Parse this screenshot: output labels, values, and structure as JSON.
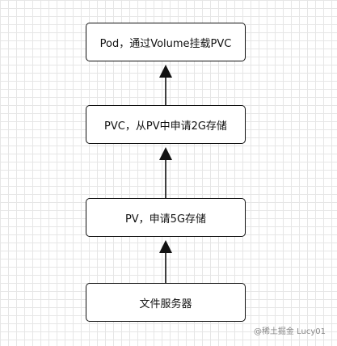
{
  "diagram": {
    "nodes": [
      {
        "id": "pod",
        "label": "Pod，通过Volume挂载PVC"
      },
      {
        "id": "pvc",
        "label": "PVC，从PV中申请2G存储"
      },
      {
        "id": "pv",
        "label": "PV，申请5G存储"
      },
      {
        "id": "fileserver",
        "label": "文件服务器"
      }
    ],
    "edges": [
      {
        "from": "pvc",
        "to": "pod"
      },
      {
        "from": "pv",
        "to": "pvc"
      },
      {
        "from": "fileserver",
        "to": "pv"
      }
    ]
  },
  "watermark": "@稀土掘金 Lucy01"
}
